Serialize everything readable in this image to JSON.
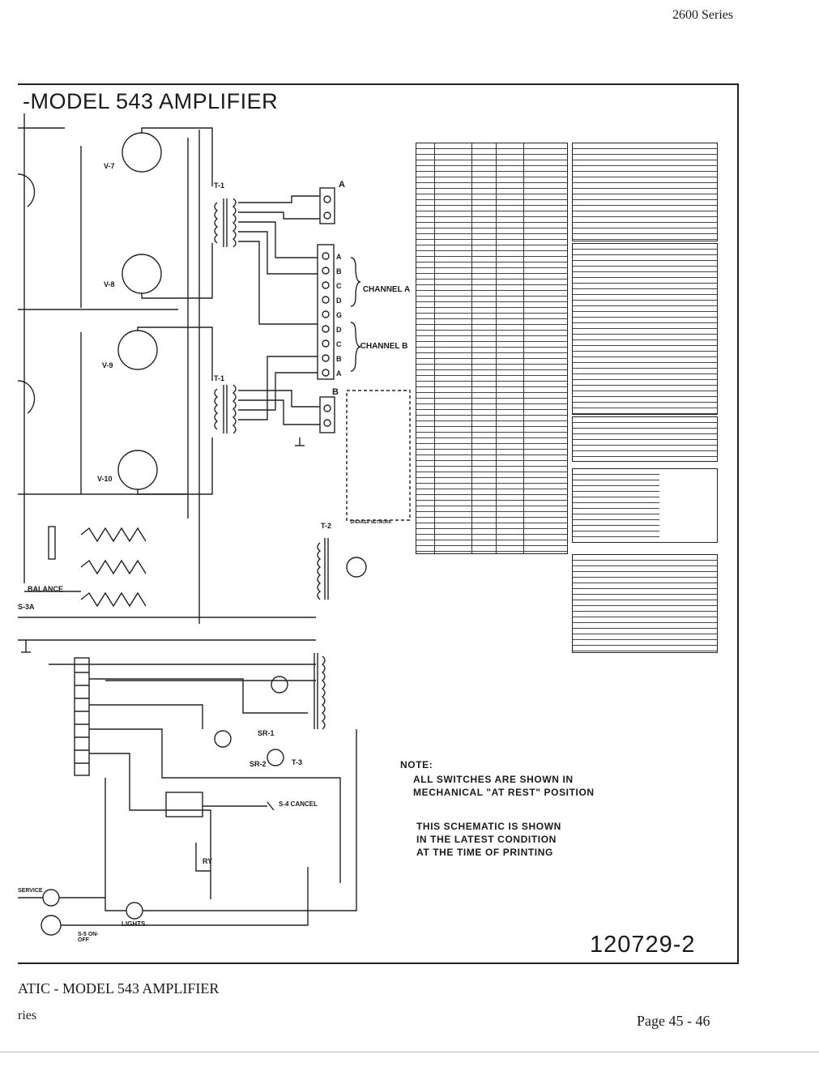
{
  "header": {
    "series": "2600 Series"
  },
  "diagram": {
    "title": "-MODEL 543 AMPLIFIER",
    "drawing_number": "120729-2",
    "note": {
      "heading": "NOTE:",
      "lines": [
        "ALL SWITCHES ARE SHOWN IN",
        "MECHANICAL \"AT REST\" POSITION",
        "THIS SCHEMATIC IS SHOWN",
        "IN THE LATEST CONDITION",
        "AT THE TIME OF PRINTING"
      ]
    },
    "labels": {
      "channel_a": "CHANNEL A",
      "channel_b": "CHANNEL B",
      "balance": "BALANCE",
      "lights": "LIGHTS",
      "cancel": "S-4 CANCEL",
      "on_off": "S-5 ON-OFF",
      "service": "SERVICE",
      "speaker_network": "SPEAKER NETWORK",
      "terminal_a": "A",
      "terminal_b": "B",
      "t1": "T-1",
      "t2": "T-2",
      "t3": "T-3",
      "v7": "V-7",
      "v8": "V-8",
      "v9": "V-9",
      "v10": "V-10",
      "ry": "RY",
      "s3a": "S-3A",
      "sr1": "SR-1",
      "sr2": "SR-2"
    },
    "terminal_letters": [
      "A",
      "B",
      "C",
      "D",
      "G",
      "D",
      "C",
      "B",
      "A"
    ]
  },
  "footer": {
    "caption": "ATIC - MODEL 543 AMPLIFIER",
    "series_fragment": "ries",
    "page": "Page 45 - 46"
  }
}
